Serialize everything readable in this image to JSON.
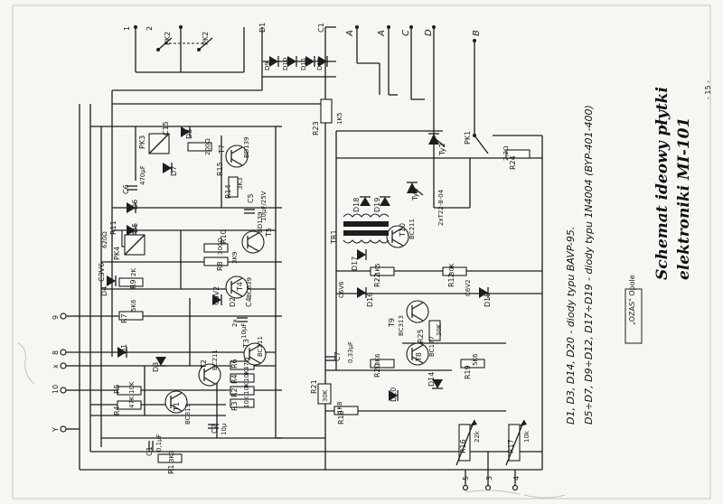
{
  "title_block": {
    "maker": "„OZAS\" Opole",
    "title": "Schemat ideowy płytki",
    "subtitle": "elektroniki MI-101",
    "page": "- 15 -"
  },
  "notes": [
    "D1, D3, D14, D20 - diody typu BAVP-95.",
    "D5÷D7, D9÷D12, D17÷D19 - diody typu 1N4004 (BYP-401-400)",
    ""
  ],
  "terminals": {
    "top": [
      "1",
      "2",
      "D1",
      "C1",
      "A",
      "A",
      "C",
      "D",
      "B"
    ],
    "left": [
      "9",
      "8",
      "x",
      "10",
      "Y"
    ],
    "bottom": [
      "5",
      "3",
      "4"
    ]
  },
  "components": {
    "switches": [
      "PK2",
      "PK2",
      "PK1"
    ],
    "relays": [
      "PK3",
      "PK4"
    ],
    "transformer": "TR1",
    "thyristors": [
      "Ty1",
      "Ty2"
    ],
    "thyristor_type": "2xT22-8-04",
    "zener": [
      "C3V6",
      "C6V2",
      "C6V6",
      "C6V2"
    ],
    "diodes": [
      "D9",
      "D10",
      "D11",
      "D12",
      "D8",
      "D7",
      "D6",
      "D5",
      "D4",
      "D2",
      "D1",
      "D3",
      "D18",
      "D19",
      "D17",
      "D16",
      "D15",
      "D14",
      "D20"
    ],
    "resistors": [
      "R23",
      "R15",
      "R14",
      "R11",
      "R10",
      "R8",
      "R9",
      "R7",
      "R6",
      "R4",
      "R2",
      "R3",
      "R5",
      "R4",
      "R1",
      "R24",
      "R22",
      "R12",
      "R25",
      "R20",
      "R19",
      "R21",
      "R18",
      "R16",
      "R17"
    ],
    "resistor_values": [
      "1K5",
      "200Ω",
      "3K3",
      "620Ω",
      "300Ω",
      "3K9",
      "2K",
      "5K6",
      "47Ω",
      "10K",
      "10K",
      "10K",
      "10K",
      "47K",
      "3K3",
      "2,2Ω",
      "1K5",
      "30K",
      "30K",
      "3K6",
      "5K6",
      "30K",
      "1K8",
      "22k",
      "10k"
    ],
    "capacitors": [
      "C15",
      "C6",
      "C5",
      "C4",
      "C2",
      "C1",
      "C7"
    ],
    "capacitor_values": [
      "470μF",
      "10μF/25V",
      "2x",
      "10μF",
      "10μ",
      "0,1μF",
      "0,33μF"
    ],
    "transistors": [
      "T7",
      "T5",
      "T4",
      "T3",
      "T2",
      "T1",
      "T10",
      "T9",
      "T8"
    ],
    "transistor_types": [
      "BD139",
      "BD139",
      "BC639",
      "BC211",
      "BC211",
      "BC313",
      "BC211",
      "BC313",
      "BC177"
    ]
  }
}
